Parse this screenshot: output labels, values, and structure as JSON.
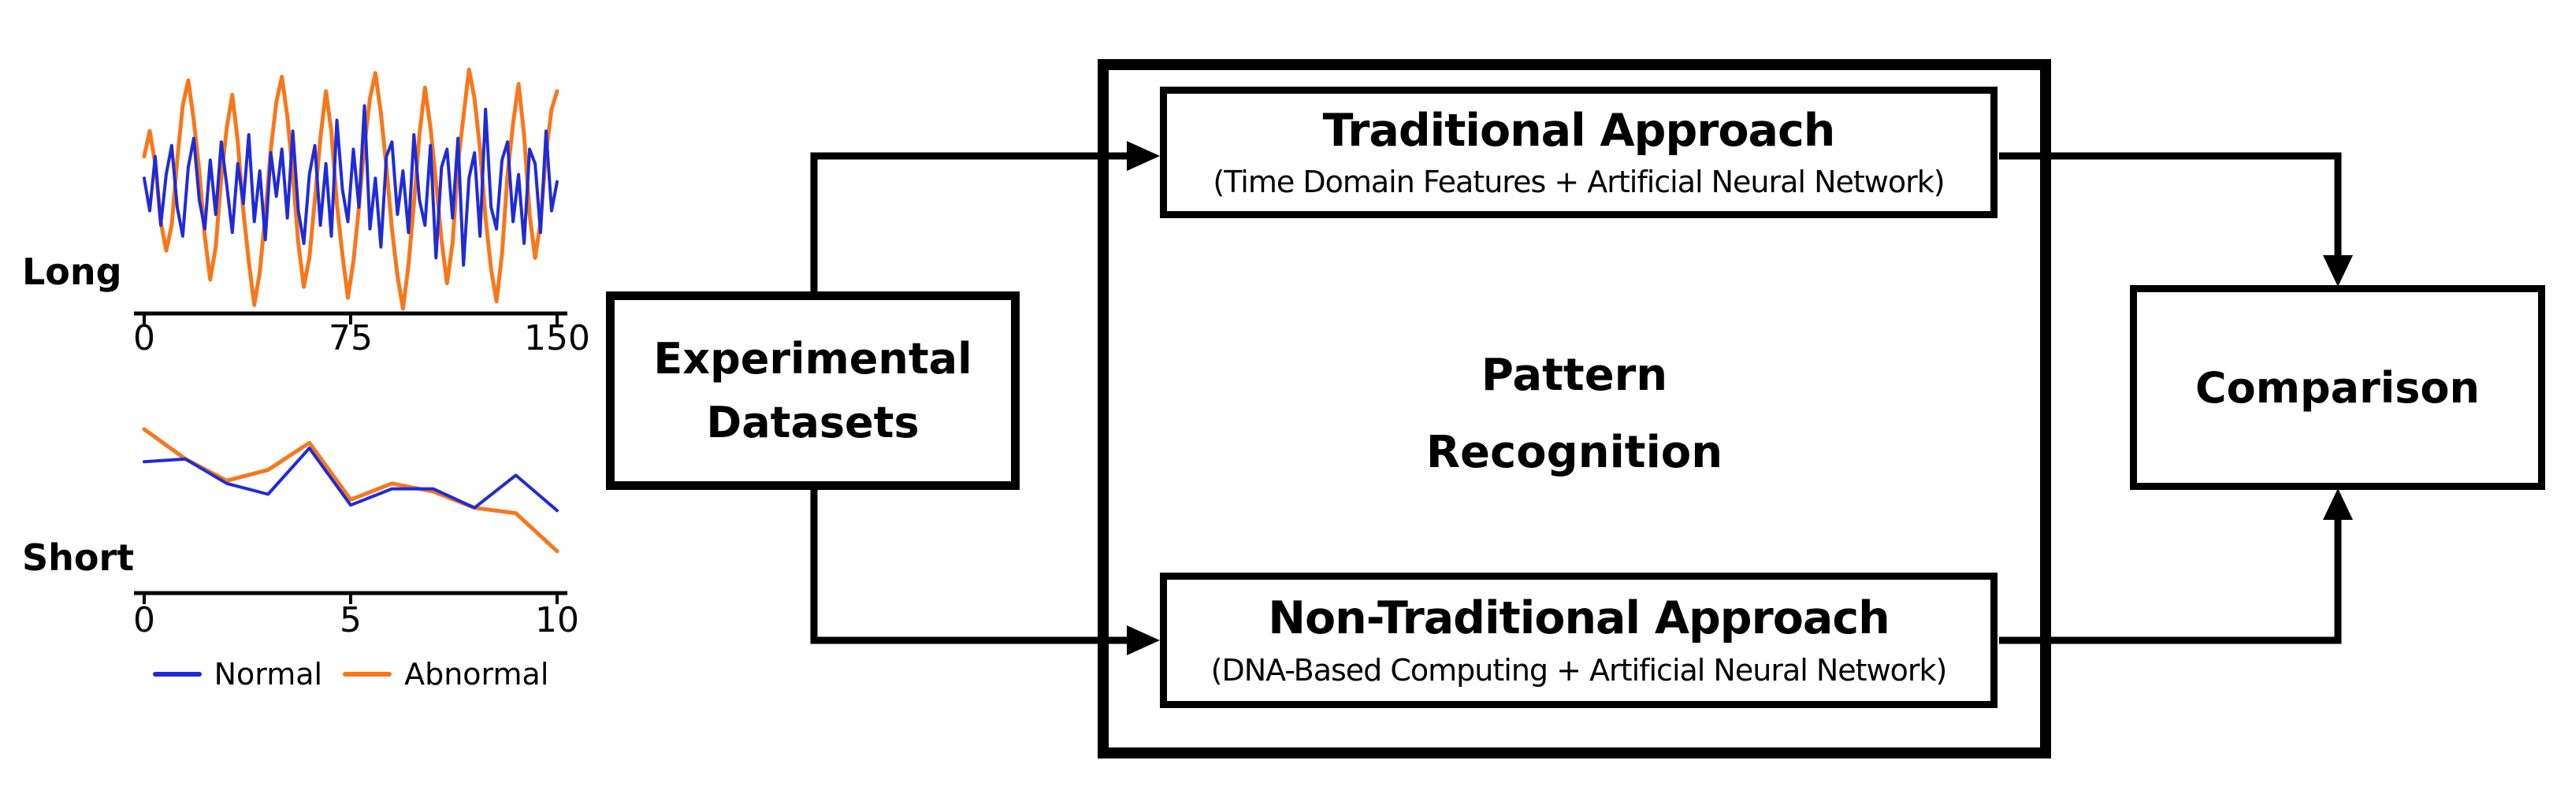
{
  "colors": {
    "ink": "#000000",
    "normal_line": "#1f2bd8",
    "abnormal_line": "#f8771b"
  },
  "row_labels": {
    "long": "Long",
    "short": "Short"
  },
  "flow": {
    "experimental": {
      "line1": "Experimental",
      "line2": "Datasets"
    },
    "pattern": {
      "line1": "Pattern",
      "line2": "Recognition"
    },
    "traditional": {
      "title": "Traditional Approach",
      "subtitle": "(Time Domain Features + Artificial Neural Network)"
    },
    "non_traditional": {
      "title": "Non-Traditional Approach",
      "subtitle": "(DNA-Based Computing + Artificial Neural Network)"
    },
    "comparison": {
      "title": "Comparison"
    }
  },
  "chart_data": [
    {
      "id": "long",
      "type": "line",
      "row_label": "Long",
      "x_range": [
        0,
        150
      ],
      "x_ticks": [
        0,
        75,
        150
      ],
      "y_axis": "hidden",
      "grid": false,
      "legend": null,
      "series": [
        {
          "name": "Normal",
          "color": "#1f2bd8",
          "values": [
            0.3,
            -0.6,
            0.9,
            -1.0,
            0.4,
            1.2,
            -0.5,
            -1.3,
            0.6,
            1.4,
            -0.3,
            -1.1,
            0.8,
            -0.7,
            1.3,
            0.1,
            -1.2,
            0.7,
            -0.4,
            1.5,
            -0.9,
            0.5,
            -1.4,
            1.0,
            -0.2,
            1.1,
            -0.8,
            1.6,
            -0.6,
            -1.5,
            0.4,
            1.2,
            -1.0,
            0.7,
            -1.3,
            1.9,
            0.0,
            -0.9,
            1.1,
            -0.5,
            2.3,
            -1.1,
            0.3,
            -1.6,
            0.9,
            1.3,
            -0.7,
            0.5,
            -1.2,
            1.5,
            -0.3,
            -1.0,
            1.2,
            -1.9,
            0.6,
            1.1,
            -0.8,
            1.4,
            -2.1,
            0.3,
            1.0,
            -1.3,
            2.2,
            -0.5,
            -1.1,
            0.8,
            1.3,
            -0.9,
            0.4,
            -1.5,
            1.1,
            0.7,
            -1.2,
            1.6,
            -0.6,
            0.2
          ]
        },
        {
          "name": "Abnormal",
          "color": "#f8771b",
          "values": [
            0.9,
            1.6,
            0.7,
            -0.9,
            -1.7,
            -1.0,
            0.8,
            2.3,
            3.0,
            1.9,
            0.5,
            -1.3,
            -2.5,
            -1.6,
            0.3,
            1.7,
            2.6,
            1.3,
            -0.6,
            -2.0,
            -3.2,
            -2.3,
            -0.7,
            1.1,
            2.4,
            3.1,
            2.0,
            0.4,
            -1.5,
            -2.7,
            -1.9,
            -0.3,
            1.4,
            2.7,
            1.6,
            -0.4,
            -1.8,
            -3.0,
            -2.0,
            -0.5,
            1.2,
            2.5,
            3.2,
            2.1,
            0.6,
            -1.1,
            -2.4,
            -3.3,
            -2.1,
            -0.4,
            1.5,
            2.8,
            1.7,
            0.2,
            -1.4,
            -2.6,
            -1.5,
            0.7,
            2.0,
            3.3,
            2.5,
            1.1,
            -0.8,
            -2.2,
            -3.1,
            -1.8,
            0.4,
            1.8,
            2.9,
            1.5,
            -0.7,
            -1.9,
            -0.9,
            1.0,
            2.2,
            2.7
          ]
        }
      ]
    },
    {
      "id": "short",
      "type": "line",
      "row_label": "Short",
      "x_range": [
        0,
        10
      ],
      "x_ticks": [
        0,
        5,
        10
      ],
      "y_axis": "hidden",
      "grid": false,
      "legend": {
        "position": "bottom",
        "entries": [
          "Normal",
          "Abnormal"
        ]
      },
      "series": [
        {
          "name": "Normal",
          "color": "#1f2bd8",
          "values": [
            6.9,
            7.0,
            6.1,
            5.7,
            7.4,
            5.3,
            5.9,
            5.9,
            5.2,
            6.4,
            5.1
          ]
        },
        {
          "name": "Abnormal",
          "color": "#f8771b",
          "values": [
            8.1,
            7.0,
            6.2,
            6.6,
            7.6,
            5.5,
            6.1,
            5.8,
            5.2,
            5.0,
            3.6
          ]
        }
      ]
    }
  ]
}
